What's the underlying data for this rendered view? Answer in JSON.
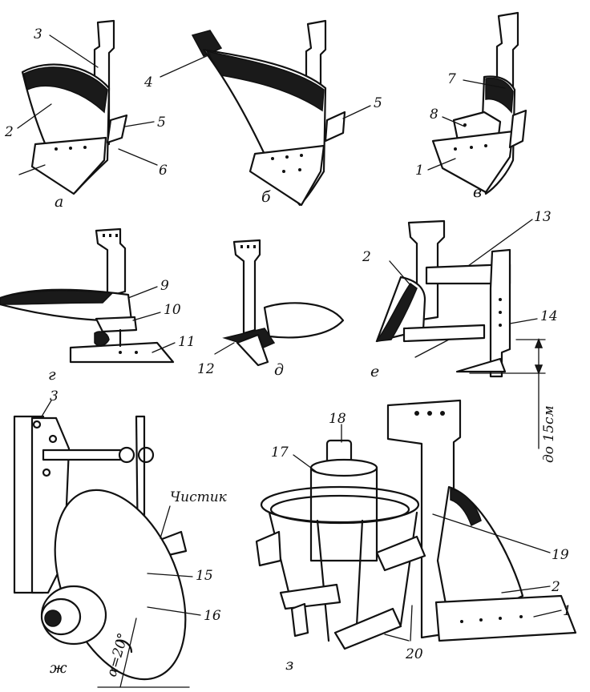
{
  "part_labels": {
    "a": {
      "n3": "3",
      "n2": "2",
      "n5": "5",
      "n6": "6",
      "letter": "а"
    },
    "b": {
      "n4": "4",
      "n5": "5",
      "letter": "б"
    },
    "v": {
      "n7": "7",
      "n8": "8",
      "n1": "1",
      "letter": "в"
    },
    "g": {
      "n9": "9",
      "n10": "10",
      "n11": "11",
      "letter": "г"
    },
    "d": {
      "n12": "12",
      "letter": "д"
    },
    "e": {
      "n2": "2",
      "n13": "13",
      "n14": "14",
      "letter": "е",
      "depth": "до 15см"
    },
    "zh": {
      "n3": "3",
      "chistik": "Чистик",
      "n15": "15",
      "n16": "16",
      "letter": "ж",
      "angle": "α=20°"
    },
    "z": {
      "n18": "18",
      "n17": "17",
      "n19": "19",
      "n2": "2",
      "n1": "1",
      "n20": "20",
      "letter": "з"
    }
  }
}
